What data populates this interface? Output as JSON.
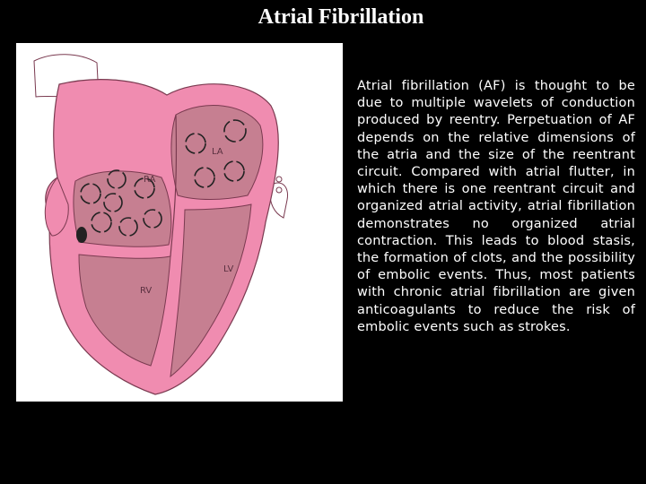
{
  "title": "Atrial Fibrillation",
  "diagram": {
    "labels": {
      "ra": "RA",
      "la": "LA",
      "rv": "RV",
      "lv": "LV"
    },
    "colors": {
      "myocardium": "#f08cb0",
      "cavity": "#c67f91",
      "wall_line": "#7a3a50",
      "background": "#ffffff"
    }
  },
  "description": "Atrial fibrillation (AF) is thought to be due to multiple wavelets of conduction produced by reentry. Perpetuation of AF depends on the relative dimensions of the atria and the size of the reentrant circuit. Compared with atrial flutter, in which there is one reentrant circuit and organized atrial activity, atrial fibrillation demonstrates no organized atrial contraction. This leads to blood stasis, the formation of clots, and the possibility of embolic events. Thus, most patients with chronic atrial fibrillation are given anticoagulants to reduce the risk of embolic events such as strokes."
}
